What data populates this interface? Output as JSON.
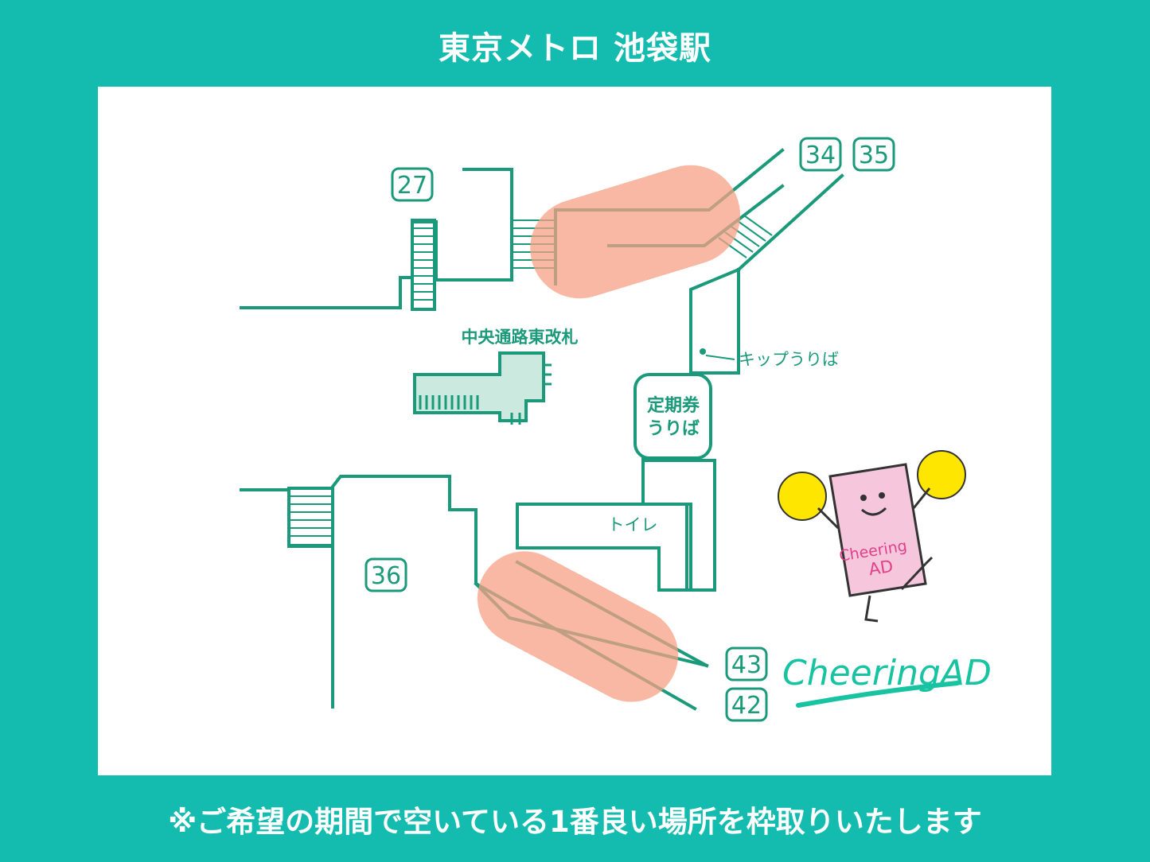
{
  "title": "東京メトロ 池袋駅",
  "footer_note": "※ご希望の期間で空いている1番良い場所を枠取りいたします",
  "exits": {
    "e27": "27",
    "e34": "34",
    "e35": "35",
    "e36": "36",
    "e42": "42",
    "e43": "43"
  },
  "labels": {
    "central_east_gate": "中央通路東改札",
    "ticket_sales": "キップうりば",
    "commuter_pass_line1": "定期券",
    "commuter_pass_line2": "うりば",
    "toilet": "トイレ"
  },
  "logo": {
    "brand": "CheeringAD",
    "mascot_text_line1": "Cheering",
    "mascot_text_line2": "AD"
  },
  "colors": {
    "background": "#14bcb0",
    "map_line": "#1a9a7a",
    "highlight": "#f7a184",
    "mascot_body": "#f5c6dc",
    "pompom": "#ffe600"
  }
}
